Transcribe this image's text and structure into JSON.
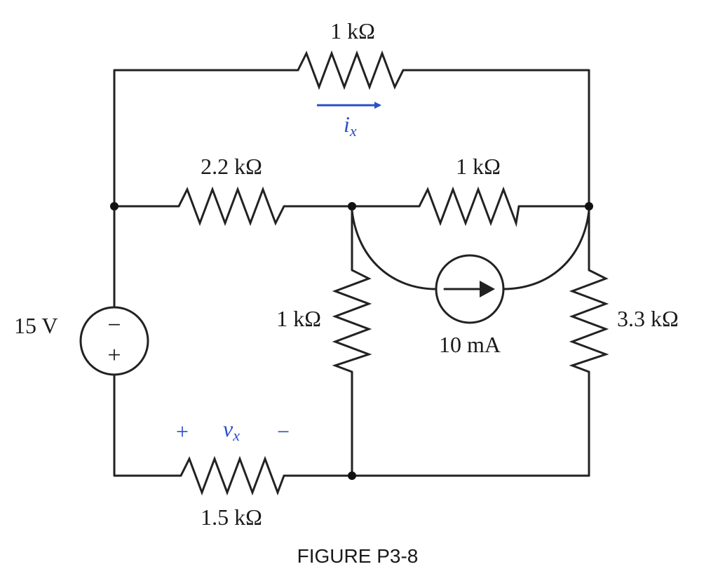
{
  "resistors": {
    "top": "1 kΩ",
    "left_mid": "2.2 kΩ",
    "right_mid": "1 kΩ",
    "center_vertical": "1 kΩ",
    "right_vertical": "3.3 kΩ",
    "bottom": "1.5 kΩ"
  },
  "sources": {
    "voltage": {
      "label": "15 V",
      "top_sign": "−",
      "bottom_sign": "+"
    },
    "current": {
      "label": "10 mA"
    }
  },
  "annotations": {
    "current_ix": {
      "symbol": "i",
      "subscript": "x"
    },
    "voltage_vx": {
      "plus": "+",
      "symbol": "v",
      "subscript": "x",
      "minus": "−"
    }
  },
  "colors": {
    "annotation": "#2a4fc7",
    "wire": "#222222"
  },
  "caption": "FIGURE P3-8"
}
